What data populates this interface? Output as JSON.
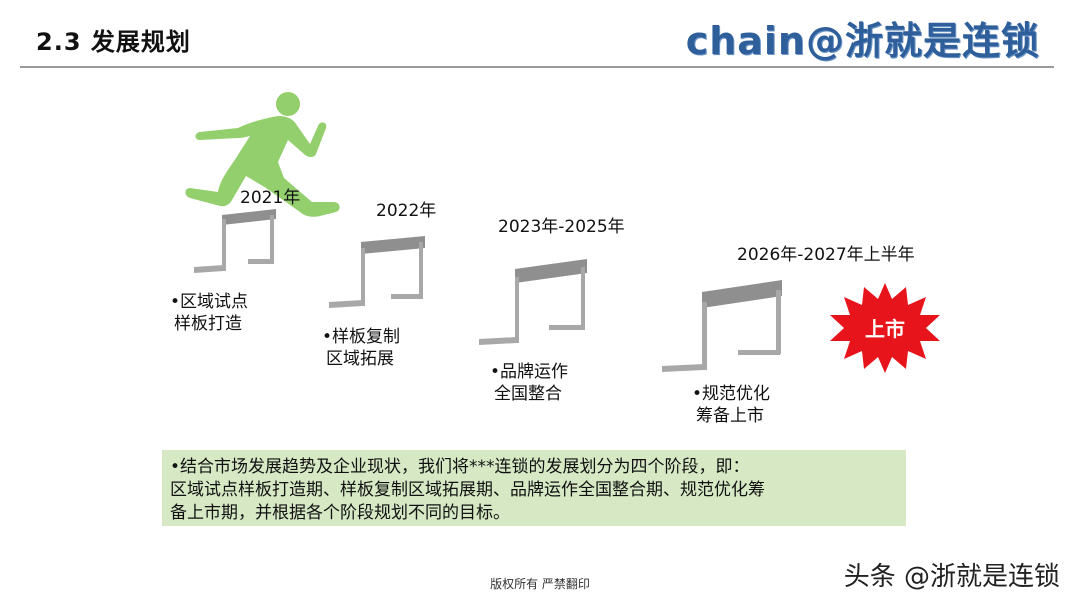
{
  "header": {
    "title": "2.3  发展规划",
    "brand": "chain@浙就是连锁"
  },
  "stages": [
    {
      "year": "2021年",
      "line1": "•区域试点",
      "line2": "样板打造"
    },
    {
      "year": "2022年",
      "line1": "•样板复制",
      "line2": "区域拓展"
    },
    {
      "year": "2023年-2025年",
      "line1": "•品牌运作",
      "line2": "全国整合"
    },
    {
      "year": "2026年-2027年上半年",
      "line1": "•规范优化",
      "line2": "筹备上市"
    }
  ],
  "goal": {
    "label": "上市"
  },
  "summary": {
    "line1": "•结合市场发展趋势及企业现状，我们将***连锁的发展划分为四个阶段，即：",
    "line2": "区域试点样板打造期、样板复制区域拓展期、品牌运作全国整合期、规范优化筹",
    "line3": "备上市期，并根据各个阶段规划不同的目标。"
  },
  "footer": {
    "text": "版权所有  严禁翻印"
  },
  "watermark": {
    "text": "头条 @浙就是连锁"
  },
  "colors": {
    "athlete": "#93d06d",
    "hurdle": "#8f8f8f",
    "burst": "#e8141b",
    "summary_bg": "#d6e8c4",
    "brand": "#2f5f9a"
  }
}
